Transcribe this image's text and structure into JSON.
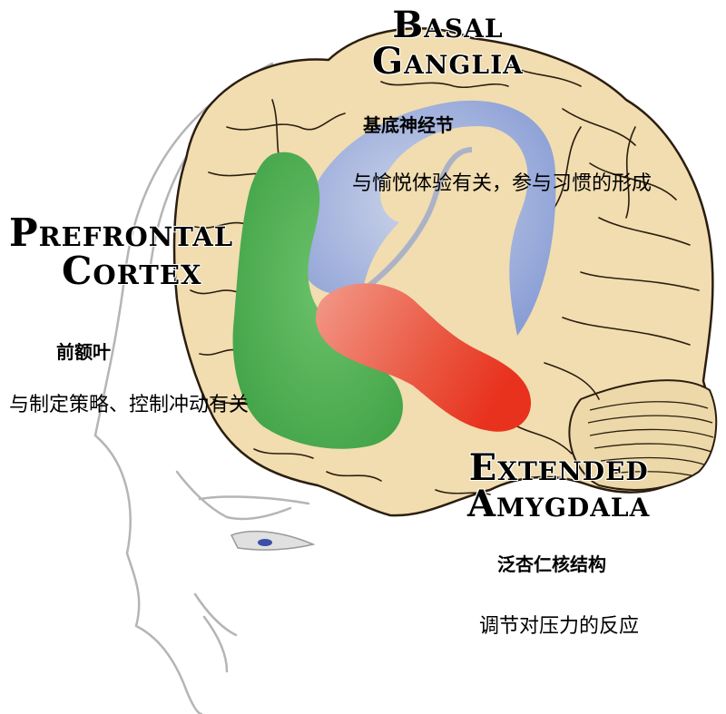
{
  "regions": {
    "basal_ganglia": {
      "name_en_line1": "Basal",
      "name_en_line2": "Ganglia",
      "name_zh": "基底神经节",
      "description": "与愉悦体验有关，参与习惯的形成",
      "color": "#8fa4dc"
    },
    "prefrontal_cortex": {
      "name_en_line1": "Prefrontal",
      "name_en_line2": "Cortex",
      "name_zh": "前额叶",
      "description": "与制定策略、控制冲动有关",
      "color": "#4caf50"
    },
    "extended_amygdala": {
      "name_en_line1": "Extended",
      "name_en_line2": "Amygdala",
      "name_zh": "泛杏仁核结构",
      "description": "调节对压力的反应",
      "color": "#e8463a"
    }
  },
  "colors": {
    "brain_fill": "#f1ddb0",
    "brain_outline": "#2b1e10",
    "head_outline": "#b5b5b5"
  }
}
